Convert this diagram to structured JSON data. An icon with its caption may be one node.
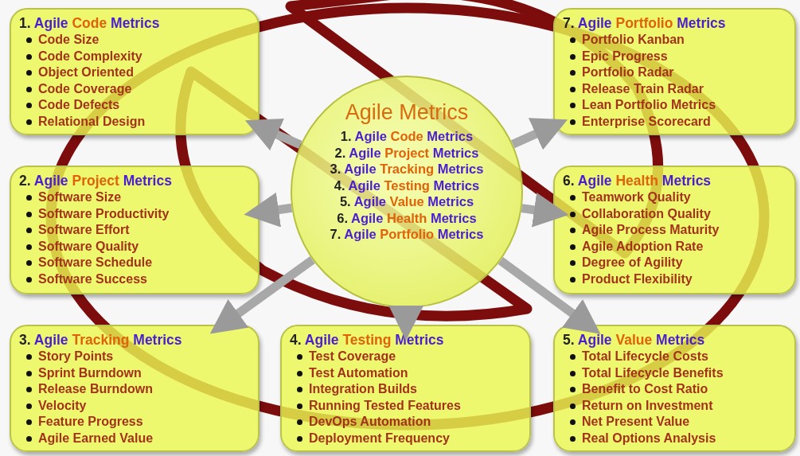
{
  "diagram": {
    "nodes": [
      {
        "text": [
          "1. Agile Code Metrics",
          "Code Size",
          "Code Complexity",
          "Object Oriented",
          "Code Coverage",
          "Code Defects",
          "Relational Design"
        ]
      },
      {
        "text": [
          "7. Agile Portfolio Metrics",
          "Portfolio Kanban",
          "Epic Progress",
          "Portfolio Radar",
          "Release Train Radar",
          "Lean Portfolio Metrics",
          "Enterprise Scorecard"
        ]
      },
      {
        "text": [
          "Agile Metrics",
          "1. Agile Code Metrics",
          "2. Agile Project Metrics",
          "3. Agile Tracking Metrics",
          "4. Agile Testing Metrics",
          "5. Agile Value Metrics",
          "6. Agile Health Metrics",
          "7. Agile Portfolio Metrics"
        ]
      },
      {
        "text": [
          "2. Agile Project Metrics",
          "Software Size",
          "Software Productivity",
          "Software Effort",
          "Software Quality",
          "Software Schedule",
          "Software Success"
        ]
      },
      {
        "text": [
          "6. Agile Health Metrics",
          "Teamwork Quality",
          "Collaboration Quality",
          "Agile Process Maturity",
          "Agile Adoption Rate",
          "Degree of Agility",
          "Product Flexibility"
        ]
      },
      {
        "text": [
          "3. Agile Tracking Metrics",
          "Story Points",
          "Sprint Burndown",
          "Release Burndown",
          "Velocity",
          "Feature Progress",
          "Agile Earned Value"
        ]
      },
      {
        "text": [
          "4. Agile Testing Metrics",
          "Test Coverage",
          "Test Automation",
          "Integration Builds",
          "Running Tested Features",
          "DevOps Automation",
          "Deployment Frequency"
        ]
      },
      {
        "text": [
          "5. Agile Value Metrics",
          "Total Lifecycle Costs",
          "Total Lifecycle Benefits",
          "Benefit to Cost Ratio",
          "Return on Investment",
          "Net Present Value",
          "Real Options Analysis"
        ]
      }
    ],
    "edges": [
      {
        "from": 2,
        "to": 0,
        "arrow": "to"
      },
      {
        "from": 2,
        "to": 1,
        "arrow": "to"
      },
      {
        "from": 2,
        "to": 3,
        "arrow": "to"
      },
      {
        "from": 2,
        "to": 4,
        "arrow": "to"
      },
      {
        "from": 2,
        "to": 5,
        "arrow": "to"
      },
      {
        "from": 2,
        "to": 6,
        "arrow": "to"
      },
      {
        "from": 2,
        "to": 7,
        "arrow": "to"
      }
    ]
  }
}
